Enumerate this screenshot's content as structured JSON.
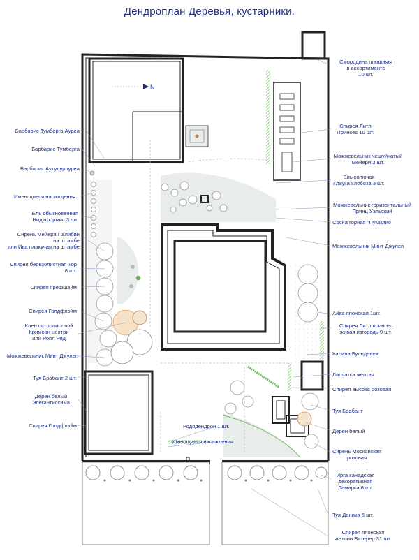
{
  "title": "Дендроплан Деревья, кустарники.",
  "north": "N",
  "colors": {
    "wall": "#222222",
    "label": "#1c2f80",
    "leader": "#6f7ab0",
    "lawn": "#e8ecea",
    "green_hatch": "#6fbf5f",
    "tree_fill": "#d9d9d9",
    "orange_tree": "#e9a05a",
    "accent_green": "#6aa84f"
  },
  "labels": {
    "left": [
      "Барбарис Тумберга Ауреа",
      "Барбарис Тумберга",
      "Барбарис Аутулурпурea",
      "Имеющиеся насаждения",
      "Ель обыкновенная\nНидиформис 3 шт.",
      "Сирень Мейера Палибин\nна штамбе\nили Ива плакучая на штамбе",
      "Спирея березолистная Тор\n8 шт.",
      "Спирея Грефшайм",
      "Спирея Голдфлэйм",
      "Клен остролистный\nКримсон центри\nили Роял Ред",
      "Можжевельник Минт Джулеп",
      "Туя Брабант 2 шт.",
      "Дерен белый\nЭлегантиссима",
      "Спирея Голдфлэйм"
    ],
    "right": [
      "Смородина плодовая\nв ассортименте\n10 шт.",
      "Спирея Литл\nПринсес 10 шт.",
      "Можжевельник чешуйчатый\nМейери 3 шт.",
      "Ель колючая\nГлаука Глобоза 3 шт.",
      "Можжевельник горизонтальный\nПринц Уэльский",
      "Сосна горная \"Пумилио",
      "Можжевельник Минт Джулеп",
      "Айва японская 1шт.",
      "Спирея Литл принсес\nживая изгородь 9 шт.",
      "Калина Бульденеж",
      "Лапчатка желтая",
      "Спирея высока розовая",
      "Туя Брабант",
      "Дерен белый",
      "Сирень Московская\nрозовая",
      "Ирга канадская\nдекоративная\nЛамарка 8 шт.",
      "Туя Даника 6 шт.",
      "Спирея японская\nАнтони Ватерер 31 шт."
    ],
    "center": [
      "Рододендрон 1 шт.",
      "Имеющиеся насаждения"
    ]
  }
}
